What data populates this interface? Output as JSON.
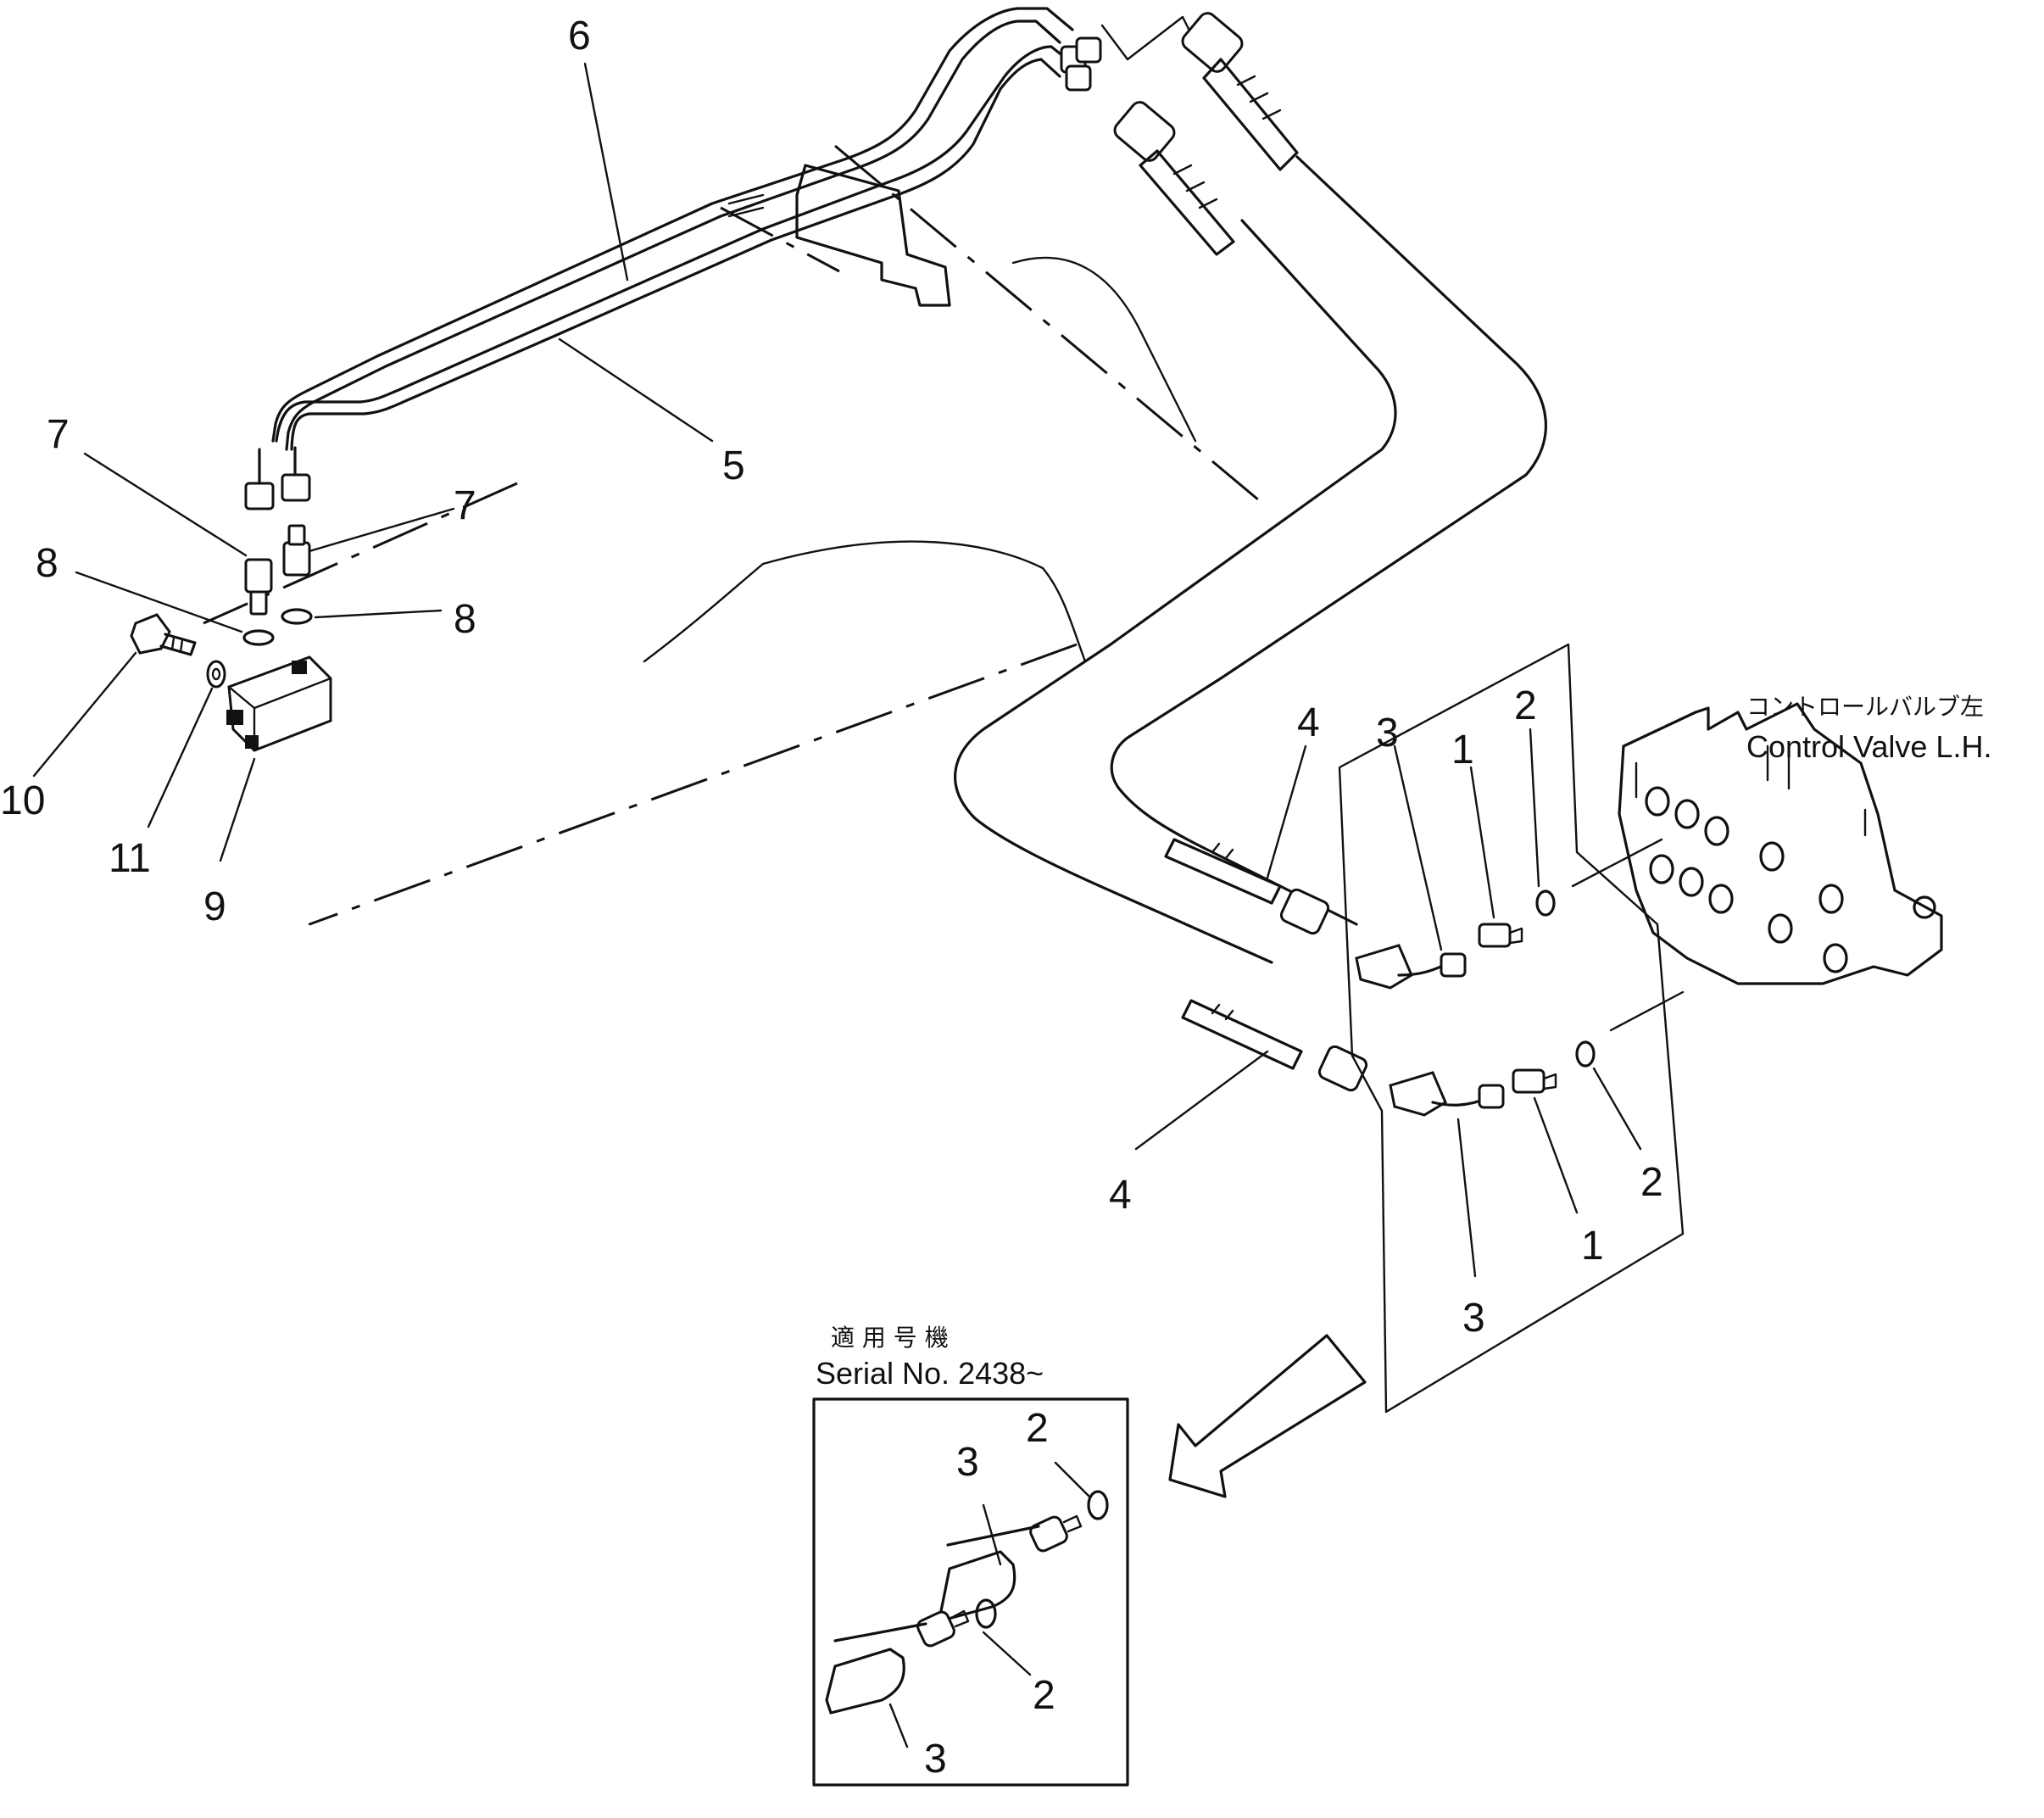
{
  "callouts": {
    "c1_upper": "1",
    "c1_lower": "1",
    "c2_upper": "2",
    "c2_lower": "2",
    "c3_upper": "3",
    "c3_lower": "3",
    "c4_upper": "4",
    "c4_lower": "4",
    "c5": "5",
    "c6": "6",
    "c7_left": "7",
    "c7_right": "7",
    "c8_left": "8",
    "c8_right": "8",
    "c9": "9",
    "c10": "10",
    "c11": "11"
  },
  "control_valve": {
    "label_jp": "コントロールバルブ左",
    "label_en": "Control Valve L.H."
  },
  "inset": {
    "heading_jp": "適 用 号 機",
    "heading_en": "Serial No. 2438~",
    "callouts": {
      "c2_top": "2",
      "c3_top": "3",
      "c2_bottom": "2",
      "c3_bottom": "3"
    }
  },
  "icons": [
    "hose-icon",
    "tube-icon",
    "valve-icon",
    "oring-icon",
    "elbow-icon",
    "connector-icon",
    "bolt-icon",
    "washer-icon",
    "arrow-icon"
  ]
}
